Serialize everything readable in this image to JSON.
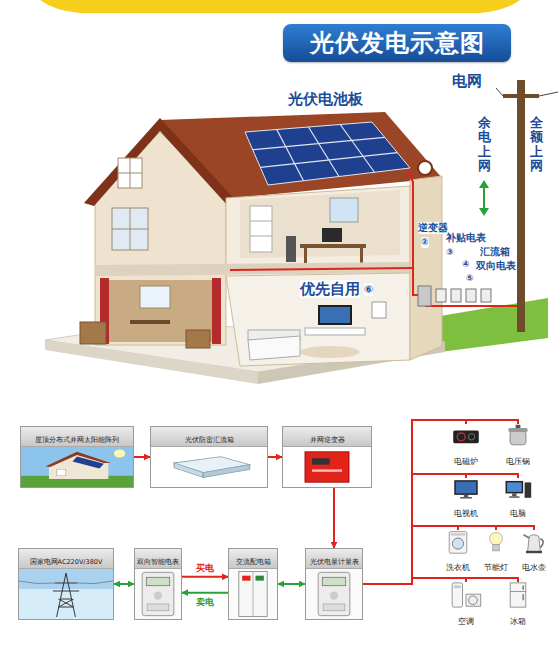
{
  "diagram": {
    "title": "光伏发电示意图",
    "nodes": [
      {
        "text": [
          "屋顶分布式并网太阳能阵列"
        ]
      },
      {
        "text": [
          "光伏防雷汇流箱"
        ]
      },
      {
        "text": [
          "并网逆变器"
        ]
      },
      {
        "text": [
          "国家电网AC220V/380V"
        ]
      },
      {
        "text": [
          "双向智能电表"
        ]
      },
      {
        "text": [
          "交流配电箱"
        ]
      },
      {
        "text": [
          "光伏电量计量表"
        ]
      },
      {
        "text": [
          "电磁炉"
        ]
      },
      {
        "text": [
          "电压锅"
        ]
      },
      {
        "text": [
          "电视机"
        ]
      },
      {
        "text": [
          "电脑"
        ]
      },
      {
        "text": [
          "洗衣机"
        ]
      },
      {
        "text": [
          "节能灯"
        ]
      },
      {
        "text": [
          "电水壶"
        ]
      },
      {
        "text": [
          "空调"
        ]
      },
      {
        "text": [
          "冰箱"
        ]
      }
    ],
    "edges": [
      {
        "from": 0,
        "to": 1,
        "arrow": "to"
      },
      {
        "from": 1,
        "to": 2,
        "arrow": "to"
      },
      {
        "from": 2,
        "to": 6,
        "arrow": "to"
      },
      {
        "from": 3,
        "to": 4,
        "arrow": "both"
      },
      {
        "from": 4,
        "to": 5,
        "label": "买电",
        "arrow": "to"
      },
      {
        "from": 5,
        "to": 4,
        "label": "卖电",
        "arrow": "to"
      },
      {
        "from": 5,
        "to": 6,
        "arrow": "both"
      },
      {
        "from": 6,
        "to": 7,
        "arrow": "none"
      },
      {
        "from": 6,
        "to": 8,
        "arrow": "none"
      },
      {
        "from": 6,
        "to": 9,
        "arrow": "none"
      },
      {
        "from": 6,
        "to": 10,
        "arrow": "none"
      },
      {
        "from": 6,
        "to": 11,
        "arrow": "none"
      },
      {
        "from": 6,
        "to": 12,
        "arrow": "none"
      },
      {
        "from": 6,
        "to": 13,
        "arrow": "none"
      },
      {
        "from": 6,
        "to": 14,
        "arrow": "none"
      },
      {
        "from": 6,
        "to": 15,
        "arrow": "none"
      }
    ],
    "labels": [
      "电网",
      "余电上网",
      "全额上网",
      "光伏电池板",
      "逆变器",
      "②",
      "补贴电表",
      "③",
      "汇流箱",
      "④",
      "双向电表",
      "⑤",
      "优先自用",
      "⑥"
    ]
  }
}
